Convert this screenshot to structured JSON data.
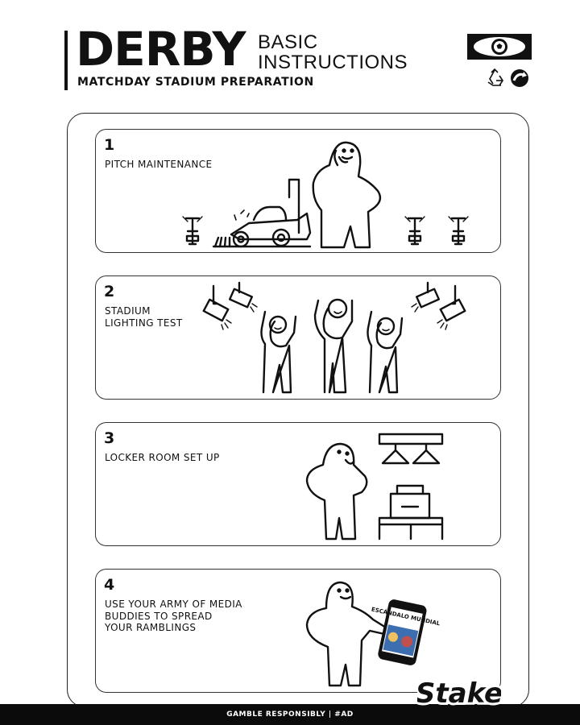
{
  "header": {
    "title": "DERBY",
    "side_line1": "BASIC",
    "side_line2": "INSTRUCTIONS",
    "subtitle": "MATCHDAY STADIUM PREPARATION"
  },
  "steps": [
    {
      "number": "1",
      "text": "PITCH MAINTENANCE"
    },
    {
      "number": "2",
      "text": "STADIUM\nLIGHTING TEST"
    },
    {
      "number": "3",
      "text": "LOCKER ROOM SET UP"
    },
    {
      "number": "4",
      "text": "USE YOUR ARMY OF MEDIA\nBUDDIES TO SPREAD\nYOUR RAMBLINGS"
    }
  ],
  "phone_headline": "ESCÁNDALO MUNDIAL",
  "footer": {
    "text": "GAMBLE RESPONSIBLY  |  #AD"
  },
  "brand": {
    "logo_text": "Stake"
  },
  "icons": [
    "eye-football-icon",
    "recycle-icon",
    "arrow-circle-icon",
    "sprinkler-icon",
    "lawn-mower-icon",
    "floodlight-icon",
    "hanger-icon",
    "bag-icon",
    "phone-icon"
  ],
  "colors": {
    "ink": "#111111",
    "footer_bg": "#0b0b0b",
    "phone_screen": "#3d6fb0"
  }
}
